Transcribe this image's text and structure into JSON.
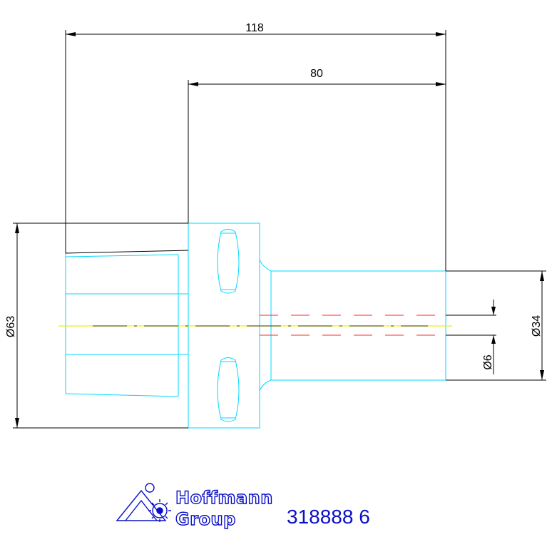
{
  "dimensions": {
    "total_length": "118",
    "shank_length": "80",
    "diameter_large": "Ø63",
    "diameter_shank": "Ø34",
    "diameter_bore": "Ø6"
  },
  "brand": {
    "name_line1": "Hoffmann",
    "name_line2": "Group"
  },
  "part_number": "318888 6",
  "colors": {
    "outline": "#00d8ff",
    "dimension": "#000000",
    "centerline": "#f0f000",
    "hidden_line": "#ff2a2a",
    "brand": "#0a10c8"
  }
}
